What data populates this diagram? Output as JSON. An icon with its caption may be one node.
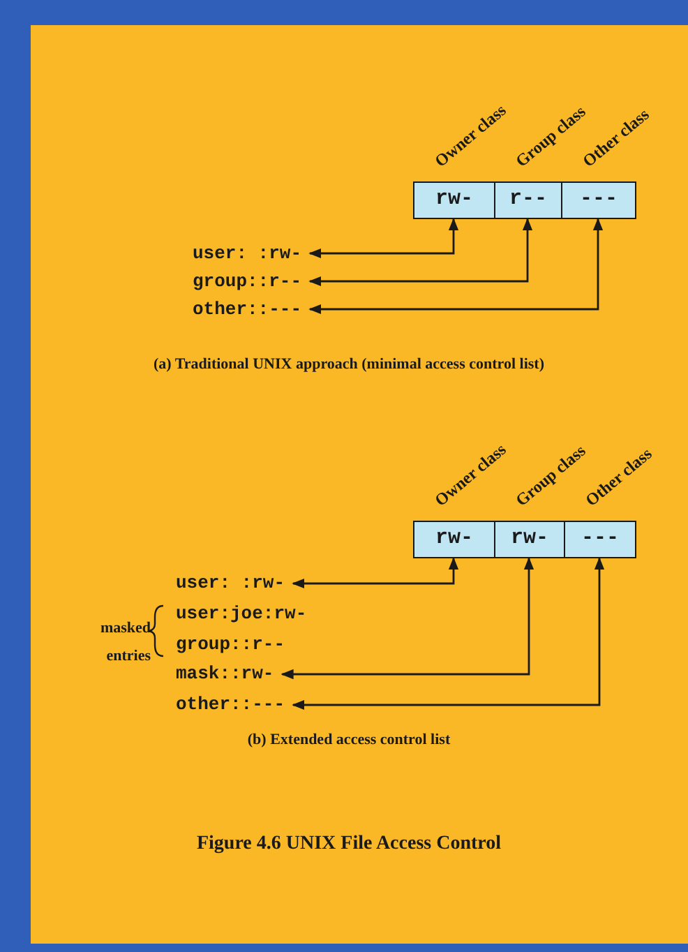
{
  "diagram": {
    "caption": "Figure 4.6 UNIX File Access Control",
    "nodes": [
      {
        "text": [
          "rw-"
        ],
        "beside": [
          "Owner class"
        ]
      },
      {
        "text": [
          "r--"
        ],
        "beside": [
          "Group class"
        ]
      },
      {
        "text": [
          "---"
        ],
        "beside": [
          "Other class"
        ]
      },
      {
        "text": [
          "user: :rw-"
        ]
      },
      {
        "text": [
          "group::r--"
        ]
      },
      {
        "text": [
          "other::---"
        ]
      },
      {
        "text": [
          "rw-"
        ],
        "beside": [
          "Owner class"
        ]
      },
      {
        "text": [
          "rw-"
        ],
        "beside": [
          "Group class"
        ]
      },
      {
        "text": [
          "---"
        ],
        "beside": [
          "Other class"
        ]
      },
      {
        "text": [
          "user: :rw-"
        ]
      },
      {
        "text": [
          "user:joe:rw-"
        ]
      },
      {
        "text": [
          "group::r--"
        ]
      },
      {
        "text": [
          "mask::rw-"
        ]
      },
      {
        "text": [
          "other::---"
        ]
      }
    ],
    "edges": [
      {
        "from": 0,
        "to": 3,
        "arrow": "both"
      },
      {
        "from": 1,
        "to": 4,
        "arrow": "both"
      },
      {
        "from": 2,
        "to": 5,
        "arrow": "both"
      },
      {
        "from": 6,
        "to": 9,
        "arrow": "both"
      },
      {
        "from": 7,
        "to": 12,
        "arrow": "both"
      },
      {
        "from": 8,
        "to": 13,
        "arrow": "both"
      }
    ],
    "labels": [
      "(a) Traditional UNIX approach (minimal access control list)",
      "masked entries",
      "(b) Extended access control list"
    ]
  }
}
